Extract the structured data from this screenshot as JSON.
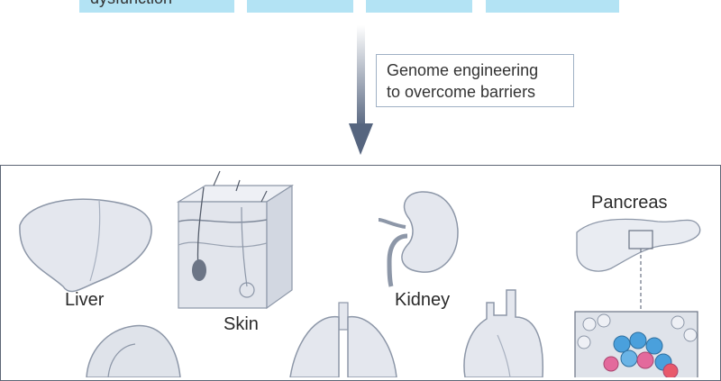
{
  "top_boxes": [
    {
      "text": "dysfunction"
    },
    {
      "text": ""
    },
    {
      "text": ""
    },
    {
      "text": ""
    }
  ],
  "callout": {
    "line1": "Genome engineering",
    "line2": "to overcome barriers"
  },
  "organs": {
    "liver": "Liver",
    "skin": "Skin",
    "kidney": "Kidney",
    "pancreas": "Pancreas"
  },
  "colors": {
    "top_box_fill": "#b3e3f4",
    "arrow": "#56657f",
    "organ_fill": "#e4e7ee",
    "organ_stroke": "#8d97a8",
    "cell_blue": "#4aa0dc",
    "cell_pink": "#e36a9c"
  }
}
